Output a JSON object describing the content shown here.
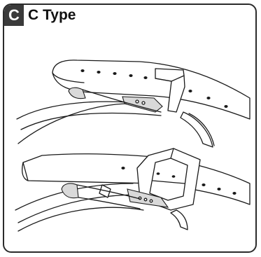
{
  "panel": {
    "badge_letter": "C",
    "title": "C Type"
  },
  "illustrations": [
    {
      "name": "strap-buckle-open",
      "icon": "watch-strap-buckle-icon"
    },
    {
      "name": "strap-buckle-closed",
      "icon": "watch-strap-buckle-icon"
    }
  ]
}
